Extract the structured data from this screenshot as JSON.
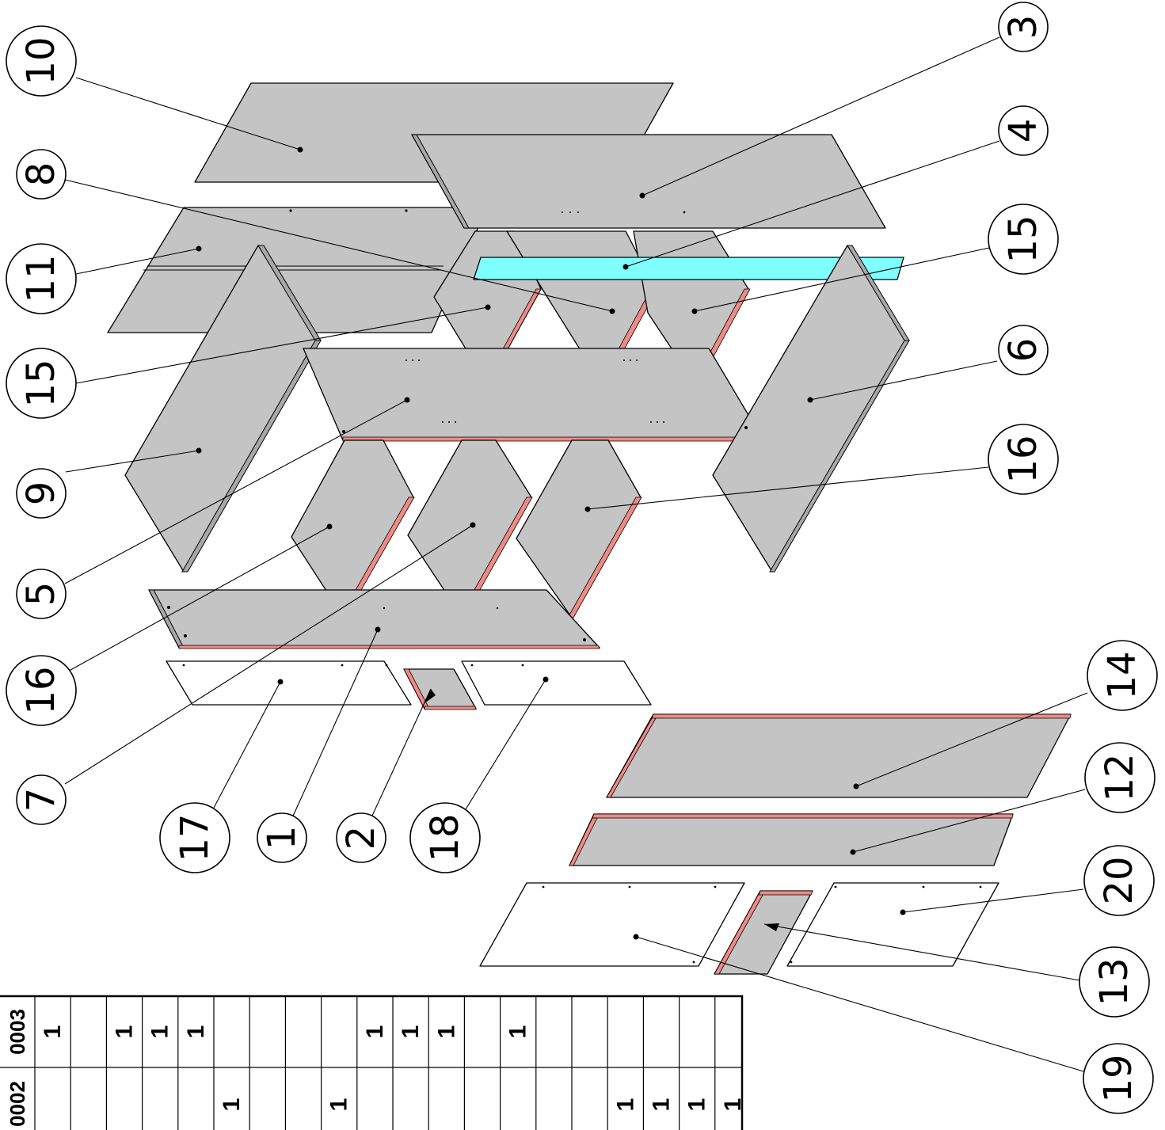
{
  "balloons": [
    "10",
    "8",
    "11",
    "15",
    "9",
    "5",
    "16",
    "7",
    "17",
    "1",
    "2",
    "18",
    "3",
    "4",
    "15",
    "6",
    "16",
    "14",
    "12",
    "20",
    "13",
    "19"
  ],
  "bom_table": {
    "headers": [
      "0003",
      "0002"
    ],
    "col_0003": [
      "1",
      "",
      "1",
      "1",
      "1",
      "",
      "",
      "",
      "",
      "1",
      "1",
      "1",
      "",
      "1",
      "",
      "",
      "",
      "",
      "",
      ""
    ],
    "col_0002": [
      "",
      "",
      "",
      "",
      "",
      "1",
      "",
      "",
      "1",
      "",
      "",
      "",
      "",
      "",
      "",
      "",
      "1",
      "1",
      "1",
      "1"
    ]
  },
  "colors": {
    "panel": "#c4c4c4",
    "edge_band": "#f08a84",
    "highlight": "#80ffff"
  }
}
